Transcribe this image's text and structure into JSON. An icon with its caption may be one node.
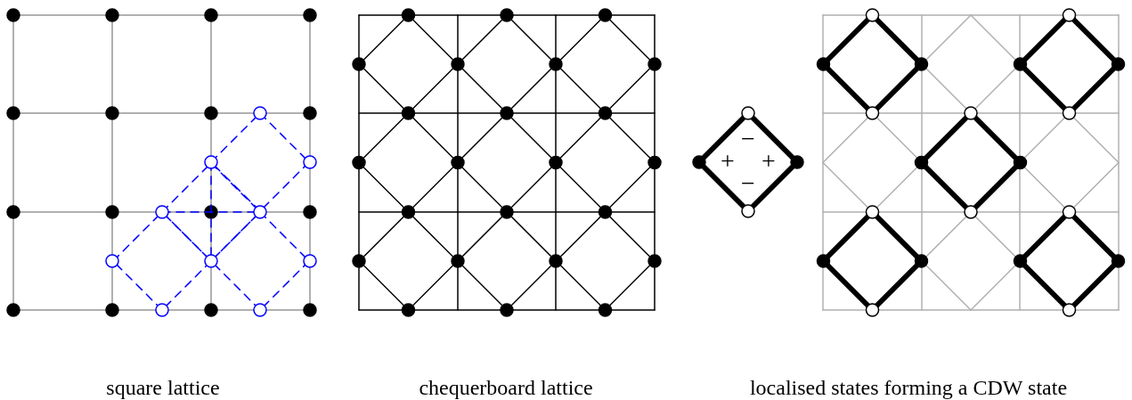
{
  "diagram": {
    "labels": [
      "−",
      "+",
      "+",
      "−",
      "square lattice",
      "chequerboard lattice",
      "localised states forming a CDW state"
    ]
  }
}
